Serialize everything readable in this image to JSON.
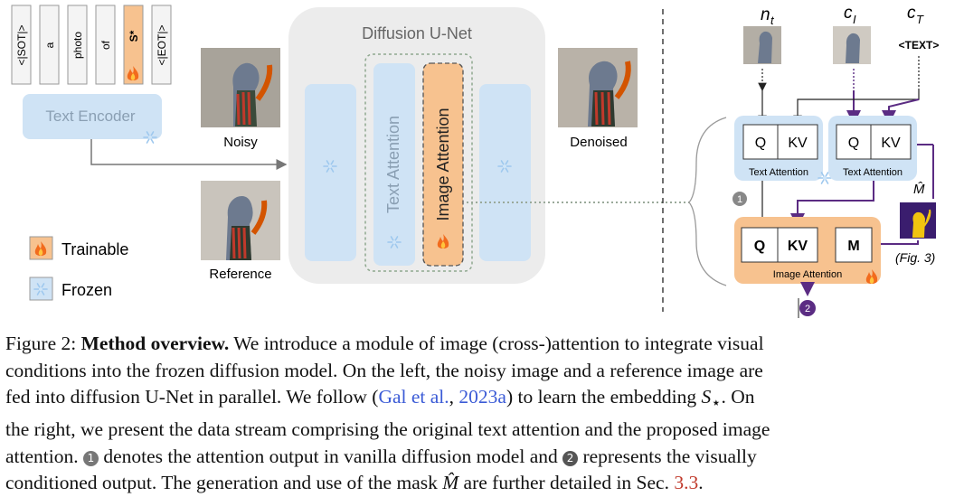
{
  "figure": {
    "tokens": [
      "<|SOT|>",
      "a",
      "photo",
      "of",
      "S*",
      "<|EOT|>"
    ],
    "text_encoder_label": "Text Encoder",
    "noisy_label": "Noisy",
    "reference_label": "Reference",
    "unet_title": "Diffusion U-Net",
    "text_attention_label": "Text Attention",
    "image_attention_label": "Image Attention",
    "denoised_label": "Denoised",
    "legend": {
      "trainable": "Trainable",
      "frozen": "Frozen"
    },
    "right": {
      "nt_label": "n",
      "nt_sub": "t",
      "ci_label": "c",
      "ci_sub": "I",
      "ct_label": "c",
      "ct_sub": "T",
      "text_token": "<TEXT>",
      "q": "Q",
      "kv": "KV",
      "m": "M",
      "text_attention_small_1": "Text Attention",
      "text_attention_small_2": "Text Attention",
      "image_attention_small": "Image Attention",
      "mhat": "M̂",
      "fig_ref": "(Fig. 3)",
      "marker_1": "1",
      "marker_2": "2"
    },
    "colors": {
      "frozen_blue": "#c9dff3",
      "trainable_orange": "#f7c28f",
      "purple": "#5b2c83",
      "unet_gray": "#ececec"
    },
    "icons": [
      "snowflake-icon",
      "fire-icon"
    ]
  },
  "caption": {
    "l1_fig": "Figure 2: ",
    "l1_bold": "Method overview.",
    "l1_rest": " We introduce a module of image (cross-)attention to integrate visual",
    "l2": "conditions into the frozen diffusion model. On the left, the noisy image and a reference image are",
    "l3_a": "fed into diffusion U-Net in parallel. We follow (",
    "l3_cite1": "Gal et al.",
    "l3_comma": ", ",
    "l3_cite2": "2023a",
    "l3_b": ") to learn the embedding ",
    "l3_s": "S",
    "l3_star": "⋆",
    "l3_c": ". On",
    "l4": "the right, we present the data stream comprising the original text attention and the proposed image",
    "l5_a": "attention. ",
    "l5_c1": "1",
    "l5_b": " denotes the attention output in vanilla diffusion model and ",
    "l5_c2": "2",
    "l5_c": " represents the visually",
    "l6_a": "conditioned output. The generation and use of the mask ",
    "l6_m": "M̂",
    "l6_b": " are further detailed in Sec. ",
    "l6_ref": "3.3",
    "l6_c": "."
  }
}
